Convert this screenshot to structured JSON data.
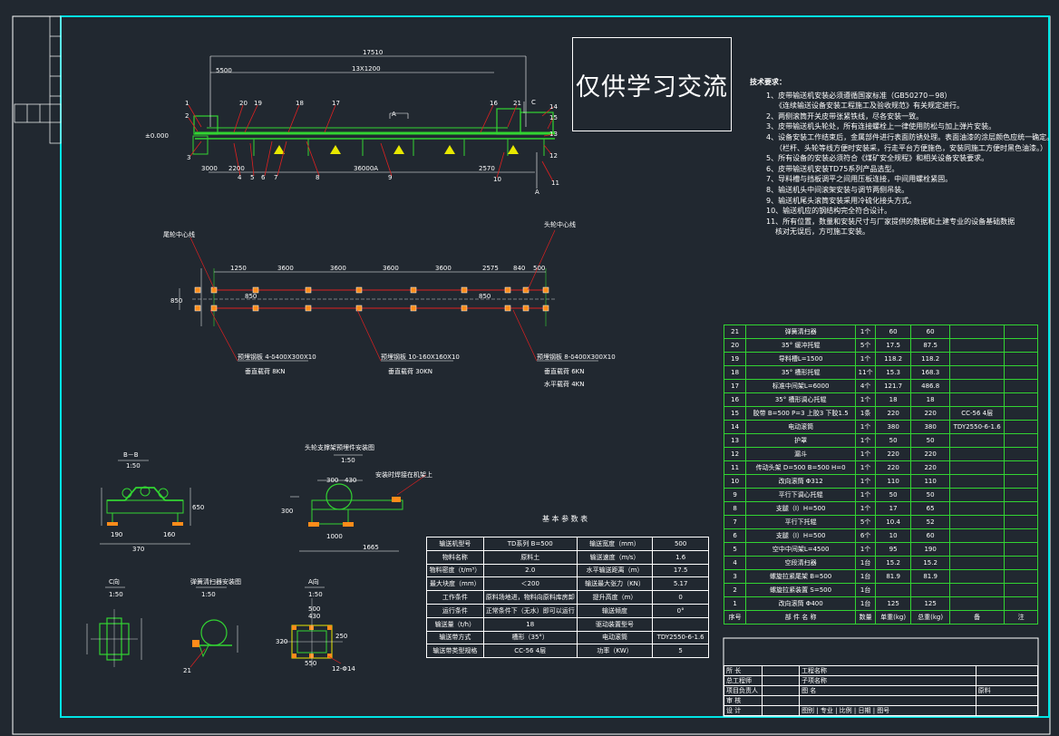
{
  "watermark": "仅供学习交流",
  "views": {
    "elevation_dims": [
      "17510",
      "13X1200",
      "36000A",
      "2200",
      "5500",
      "3000",
      "2570",
      "±0.000",
      "A",
      "A",
      "C"
    ],
    "elevation_callouts": [
      "1",
      "2",
      "3",
      "4",
      "5",
      "6",
      "7",
      "8",
      "9",
      "10",
      "11",
      "12",
      "13",
      "14",
      "15",
      "16",
      "17",
      "18",
      "19",
      "20",
      "21"
    ],
    "plan_labels": {
      "left_center": "尾轮中心线",
      "right_center": "头轮中心线",
      "left_plate": "预埋钢板 4-δ400X300X10",
      "left_load": "垂直载荷 8KN",
      "mid_plate": "预埋钢板 10-160X160X10",
      "mid_load": "垂直载荷 30KN",
      "right_plate": "预埋钢板 8-δ400X300X10",
      "right_load1": "垂直载荷 6KN",
      "right_load2": "水平载荷 4KN"
    },
    "plan_dims": [
      "1250",
      "3600",
      "3600",
      "3600",
      "3600",
      "2575",
      "840",
      "500",
      "850",
      "850",
      "850"
    ],
    "section_bb_title": "B－B",
    "section_bb_scale": "1:50",
    "section_bb_dims": [
      "370",
      "650",
      "190",
      "160"
    ],
    "head_view_title": "头轮支撑架预埋件安装图",
    "head_view_scale": "1:50",
    "head_view_label": "安装时焊接在机架上",
    "head_view_dims": [
      "300",
      "430",
      "300",
      "1000",
      "1665"
    ],
    "c_view_title": "C向",
    "c_view_scale": "1:50",
    "cleaner_view_title": "弹簧清扫器安装图",
    "cleaner_view_scale": "1:50",
    "cleaner_callout": "21",
    "a_view_title": "A向",
    "a_view_scale": "1:50",
    "a_view_label": "12-Φ14",
    "a_view_dims": [
      "500",
      "430",
      "250",
      "320",
      "550"
    ]
  },
  "notes": {
    "title": "技术要求：",
    "items": [
      {
        "text": "1、皮带输送机安装必须遵循国家标准（GB50270－98）",
        "cls": "it"
      },
      {
        "text": "《连续输送设备安装工程施工及验收规范》有关规定进行。",
        "cls": "ind"
      },
      {
        "text": "2、两侧滚筒开关皮带张紧铁线，尽各安装一致。",
        "cls": "it"
      },
      {
        "text": "3、皮带输送机头轮处，所有连接螺栓上一律使用防松与加上弹片安装。",
        "cls": "it"
      },
      {
        "text": "4、设备安装工作结束后，金属部件进行表面防锈处理。表面油漆的涂层颜色应统一确定。",
        "cls": "it"
      },
      {
        "text": "（栏杆、头轮等线方便时安装采，行走平台方便施色，安装同施工方便时黑色油漆。）",
        "cls": "ind"
      },
      {
        "text": "5、所有设备的安装必须符合《煤矿安全规程》和相关设备安装要求。",
        "cls": "it"
      },
      {
        "text": "6、皮带输送机安装TD75系列产品选型。",
        "cls": "it"
      },
      {
        "text": "7、导料槽与挡板调平之间用压板连接，中间用螺栓紧固。",
        "cls": "it"
      },
      {
        "text": "8、输送机头中间滚架安装与调节两侧吊装。",
        "cls": "it"
      },
      {
        "text": "9、输送机尾头滚筒安装采用冷硫化接头方式。",
        "cls": "it"
      },
      {
        "text": "10、输送机应的钢结构完全符合设计。",
        "cls": "it"
      },
      {
        "text": "11、所有位置，数量和安装尺寸与厂家提供的数据和土建专业的设备基础数据",
        "cls": "it"
      },
      {
        "text": "核对无误后，方可施工安装。",
        "cls": "ind"
      }
    ]
  },
  "bom": {
    "header": [
      "序号",
      "部 件 名 称",
      "数量",
      "单重(kg)",
      "总重(kg)",
      "备",
      "注"
    ],
    "rows": [
      [
        "21",
        "弹簧清扫器",
        "1个",
        "60",
        "60",
        "",
        ""
      ],
      [
        "20",
        "35° 缓冲托辊",
        "5个",
        "17.5",
        "87.5",
        "",
        ""
      ],
      [
        "19",
        "导料槽L=1500",
        "1个",
        "118.2",
        "118.2",
        "",
        ""
      ],
      [
        "18",
        "35° 槽形托辊",
        "11个",
        "15.3",
        "168.3",
        "",
        ""
      ],
      [
        "17",
        "标准中间架L=6000",
        "4个",
        "121.7",
        "486.8",
        "",
        ""
      ],
      [
        "16",
        "35° 槽形调心托辊",
        "1个",
        "18",
        "18",
        "",
        ""
      ],
      [
        "15",
        "胶带 B=500 P=3 上胶3 下胶1.5",
        "1条",
        "220",
        "220",
        "CC-56 4层",
        ""
      ],
      [
        "14",
        "电动滚筒",
        "1个",
        "380",
        "380",
        "TDY2550-6-1.6",
        ""
      ],
      [
        "13",
        "护罩",
        "1个",
        "50",
        "50",
        "",
        ""
      ],
      [
        "12",
        "漏斗",
        "1个",
        "220",
        "220",
        "",
        ""
      ],
      [
        "11",
        "传动头架 D=500 B=500 H=0",
        "1个",
        "220",
        "220",
        "",
        ""
      ],
      [
        "10",
        "改向滚筒 Φ312",
        "1个",
        "110",
        "110",
        "",
        ""
      ],
      [
        "9",
        "平行下调心托辊",
        "1个",
        "50",
        "50",
        "",
        ""
      ],
      [
        "8",
        "支腿（I）H=500",
        "1个",
        "17",
        "65",
        "",
        ""
      ],
      [
        "7",
        "平行下托辊",
        "5个",
        "10.4",
        "52",
        "",
        ""
      ],
      [
        "6",
        "支腿（I）H=500",
        "6个",
        "10",
        "60",
        "",
        ""
      ],
      [
        "5",
        "空中中间架L=4500",
        "1个",
        "95",
        "190",
        "",
        ""
      ],
      [
        "4",
        "空段清扫器",
        "1台",
        "15.2",
        "15.2",
        "",
        ""
      ],
      [
        "3",
        "螺旋拉紧尾架 B=500",
        "1台",
        "81.9",
        "81.9",
        "",
        ""
      ],
      [
        "2",
        "螺旋拉紧装置 S=500",
        "1台",
        "",
        "",
        "",
        ""
      ],
      [
        "1",
        "改向滚筒 Φ400",
        "1台",
        "125",
        "125",
        "",
        ""
      ]
    ]
  },
  "params": {
    "title": "基 本 参 数 表",
    "rows": [
      [
        "输送机型号",
        "TD系列 B=500",
        "输送宽度（mm）",
        "500"
      ],
      [
        "物料名称",
        "原料土",
        "输送速度（m/s）",
        "1.6"
      ],
      [
        "物料密度（t/m³）",
        "2.0",
        "水平输送距离（m）",
        "17.5"
      ],
      [
        "最大块度（mm）",
        "＜200",
        "输送最大张力（KN）",
        "5.17"
      ],
      [
        "工作条件",
        "原料场地进，物料向原料库房卸",
        "提升高度（m）",
        "0"
      ],
      [
        "运行条件",
        "正常条件下（无水）即可以运行",
        "输送倾度",
        "0°"
      ],
      [
        "输送量（t/h）",
        "18",
        "驱动装置型号",
        ""
      ],
      [
        "输送带方式",
        "槽形（35°）",
        "电动滚筒",
        "TDY2550-6-1.6"
      ],
      [
        "输送带类型规格",
        "CC-56 4层",
        "功率（KW）",
        "5"
      ]
    ]
  },
  "title_block": {
    "rows": [
      [
        "所 长",
        "",
        "工程名称",
        ""
      ],
      [
        "总工程师",
        "",
        "子项名称",
        ""
      ],
      [
        "项目负责人",
        "",
        "图 名",
        "原料"
      ],
      [
        "审 核",
        "",
        "",
        ""
      ],
      [
        "设 计",
        "",
        "图别 | 专业 | 比例 | 日期 | 图号",
        ""
      ]
    ]
  },
  "colors": {
    "background": "#212830",
    "frame": "#00e5e5",
    "green": "#32d432",
    "red": "#e02020",
    "yellow": "#e8e800",
    "orange": "#ff8c1a"
  }
}
